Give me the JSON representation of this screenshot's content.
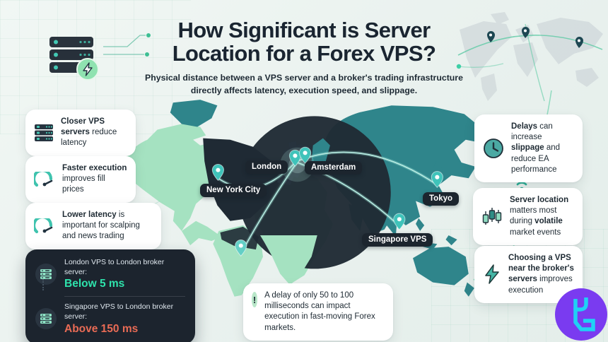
{
  "header": {
    "title_line1": "How Significant is Server",
    "title_line2": "Location for a Forex VPS?",
    "subtitle_line1": "Physical distance between a VPS server and a broker's trading infrastructure",
    "subtitle_line2": "directly affects latency, execution speed, and slippage."
  },
  "left_cards": [
    {
      "icon": "server-stack-icon",
      "bold": "Closer VPS servers",
      "rest": " reduce latency"
    },
    {
      "icon": "speed-gauge-icon",
      "bold": "Faster execution",
      "rest": " improves fill prices"
    },
    {
      "icon": "speed-gauge-icon",
      "bold": "Lower latency",
      "rest": " is important for scalping and news trading"
    }
  ],
  "right_cards": [
    {
      "icon": "clock-icon",
      "seg1": "Delays",
      "seg2": " can increase ",
      "seg3": "slippage",
      "seg4": " and reduce EA performance"
    },
    {
      "icon": "candlestick-chart-icon",
      "seg1": "Server location",
      "seg2": " matters most during ",
      "seg3": "volatile",
      "seg4": " market events"
    },
    {
      "icon": "lightning-bolt-icon",
      "seg1": "Choosing a VPS near the broker's servers",
      "seg2": " improves execution",
      "seg3": "",
      "seg4": ""
    }
  ],
  "latency_panel": {
    "rows": [
      {
        "icon": "server-icon",
        "label": "London VPS to London broker server:",
        "value": "Below 5 ms"
      },
      {
        "icon": "server-icon",
        "label": "Singapore VPS to London broker server:",
        "value": "Above 150 ms"
      }
    ]
  },
  "callout": {
    "icon": "alert-icon",
    "icon_glyph": "!",
    "text": "A delay of only 50 to 100 milliseconds can impact execution in fast-moving Forex markets."
  },
  "map": {
    "labels": {
      "new_york": "New York City",
      "london": "London",
      "amsterdam": "Amsterdam",
      "tokyo": "Tokyo",
      "singapore": "Singapore VPS"
    }
  },
  "colors": {
    "map_mint": "#a5e2c1",
    "map_teal": "#2f858b",
    "map_dark": "#202b35",
    "accent_green": "#3ecfa6",
    "latency_good": "#2ee3ac",
    "latency_bad": "#e96b55",
    "pin_teal": "#3fc3ba",
    "logo_purple": "#7a3bf0",
    "logo_cyan": "#1fd1f5"
  }
}
